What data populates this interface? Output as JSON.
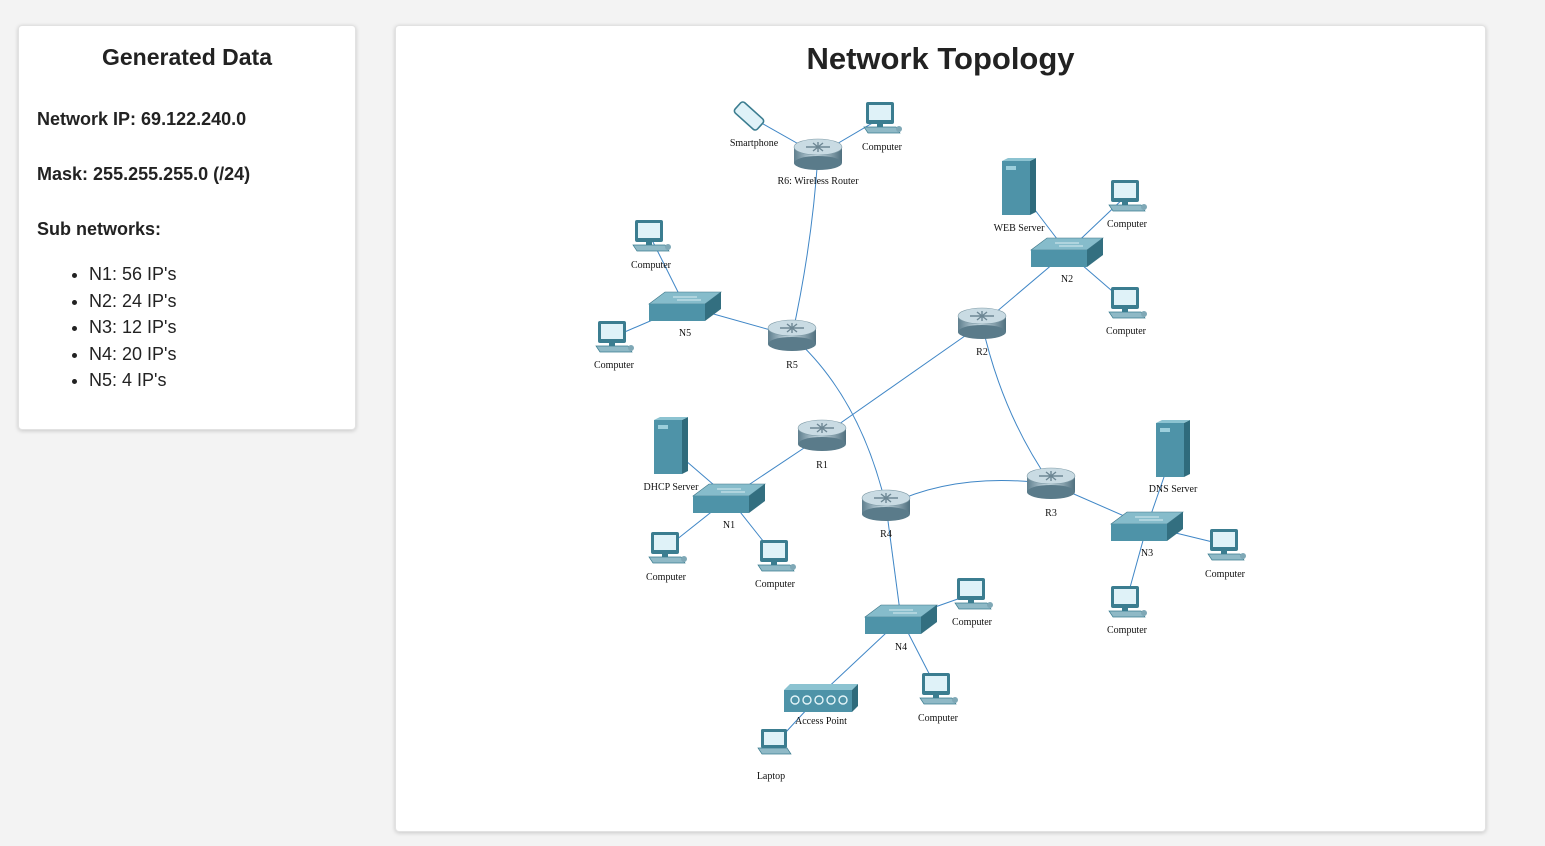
{
  "generated": {
    "title": "Generated Data",
    "network_ip_label": "Network IP:",
    "network_ip": "69.122.240.0",
    "mask_label": "Mask:",
    "mask": "255.255.255.0 (/24)",
    "subnetworks_label": "Sub networks:",
    "subnetworks": [
      "N1: 56 IP's",
      "N2: 24 IP's",
      "N3: 12 IP's",
      "N4: 20 IP's",
      "N5: 4 IP's"
    ]
  },
  "topology": {
    "title": "Network Topology",
    "colors": {
      "link": "#3f86c6",
      "device": "#4e93a8"
    },
    "nodes": [
      {
        "id": "smartphone",
        "type": "smartphone",
        "label": "Smartphone"
      },
      {
        "id": "pc-r6",
        "type": "computer",
        "label": "Computer"
      },
      {
        "id": "r6",
        "type": "router",
        "label": "R6: Wireless Router"
      },
      {
        "id": "web-server",
        "type": "server",
        "label": "WEB Server"
      },
      {
        "id": "pc-n2a",
        "type": "computer",
        "label": "Computer"
      },
      {
        "id": "n2",
        "type": "switch",
        "label": "N2"
      },
      {
        "id": "pc-n2b",
        "type": "computer",
        "label": "Computer"
      },
      {
        "id": "pc-n5a",
        "type": "computer",
        "label": "Computer"
      },
      {
        "id": "n5",
        "type": "switch",
        "label": "N5"
      },
      {
        "id": "pc-n5b",
        "type": "computer",
        "label": "Computer"
      },
      {
        "id": "r5",
        "type": "router",
        "label": "R5"
      },
      {
        "id": "r2",
        "type": "router",
        "label": "R2"
      },
      {
        "id": "r1",
        "type": "router",
        "label": "R1"
      },
      {
        "id": "dhcp-server",
        "type": "server",
        "label": "DHCP Server"
      },
      {
        "id": "n1",
        "type": "switch",
        "label": "N1"
      },
      {
        "id": "pc-n1a",
        "type": "computer",
        "label": "Computer"
      },
      {
        "id": "pc-n1b",
        "type": "computer",
        "label": "Computer"
      },
      {
        "id": "r4",
        "type": "router",
        "label": "R4"
      },
      {
        "id": "r3",
        "type": "router",
        "label": "R3"
      },
      {
        "id": "dns-server",
        "type": "server",
        "label": "DNS Server"
      },
      {
        "id": "n3",
        "type": "switch",
        "label": "N3"
      },
      {
        "id": "pc-n3a",
        "type": "computer",
        "label": "Computer"
      },
      {
        "id": "pc-n3b",
        "type": "computer",
        "label": "Computer"
      },
      {
        "id": "n4",
        "type": "switch",
        "label": "N4"
      },
      {
        "id": "pc-n4a",
        "type": "computer",
        "label": "Computer"
      },
      {
        "id": "pc-n4b",
        "type": "computer",
        "label": "Computer"
      },
      {
        "id": "access-point",
        "type": "accesspoint",
        "label": "Access Point"
      },
      {
        "id": "laptop",
        "type": "laptop",
        "label": "Laptop"
      }
    ],
    "links": [
      [
        "smartphone",
        "r6"
      ],
      [
        "pc-r6",
        "r6"
      ],
      [
        "r6",
        "r5"
      ],
      [
        "n5",
        "r5"
      ],
      [
        "pc-n5a",
        "n5"
      ],
      [
        "pc-n5b",
        "n5"
      ],
      [
        "r5",
        "r4"
      ],
      [
        "r1",
        "r2"
      ],
      [
        "r1",
        "n1"
      ],
      [
        "r2",
        "n2"
      ],
      [
        "r2",
        "r3"
      ],
      [
        "web-server",
        "n2"
      ],
      [
        "pc-n2a",
        "n2"
      ],
      [
        "pc-n2b",
        "n2"
      ],
      [
        "r4",
        "r3"
      ],
      [
        "r4",
        "n4"
      ],
      [
        "r3",
        "n3"
      ],
      [
        "dns-server",
        "n3"
      ],
      [
        "pc-n3a",
        "n3"
      ],
      [
        "pc-n3b",
        "n3"
      ],
      [
        "dhcp-server",
        "n1"
      ],
      [
        "pc-n1a",
        "n1"
      ],
      [
        "pc-n1b",
        "n1"
      ],
      [
        "pc-n4a",
        "n4"
      ],
      [
        "pc-n4b",
        "n4"
      ],
      [
        "access-point",
        "n4"
      ],
      [
        "laptop",
        "access-point"
      ]
    ]
  }
}
